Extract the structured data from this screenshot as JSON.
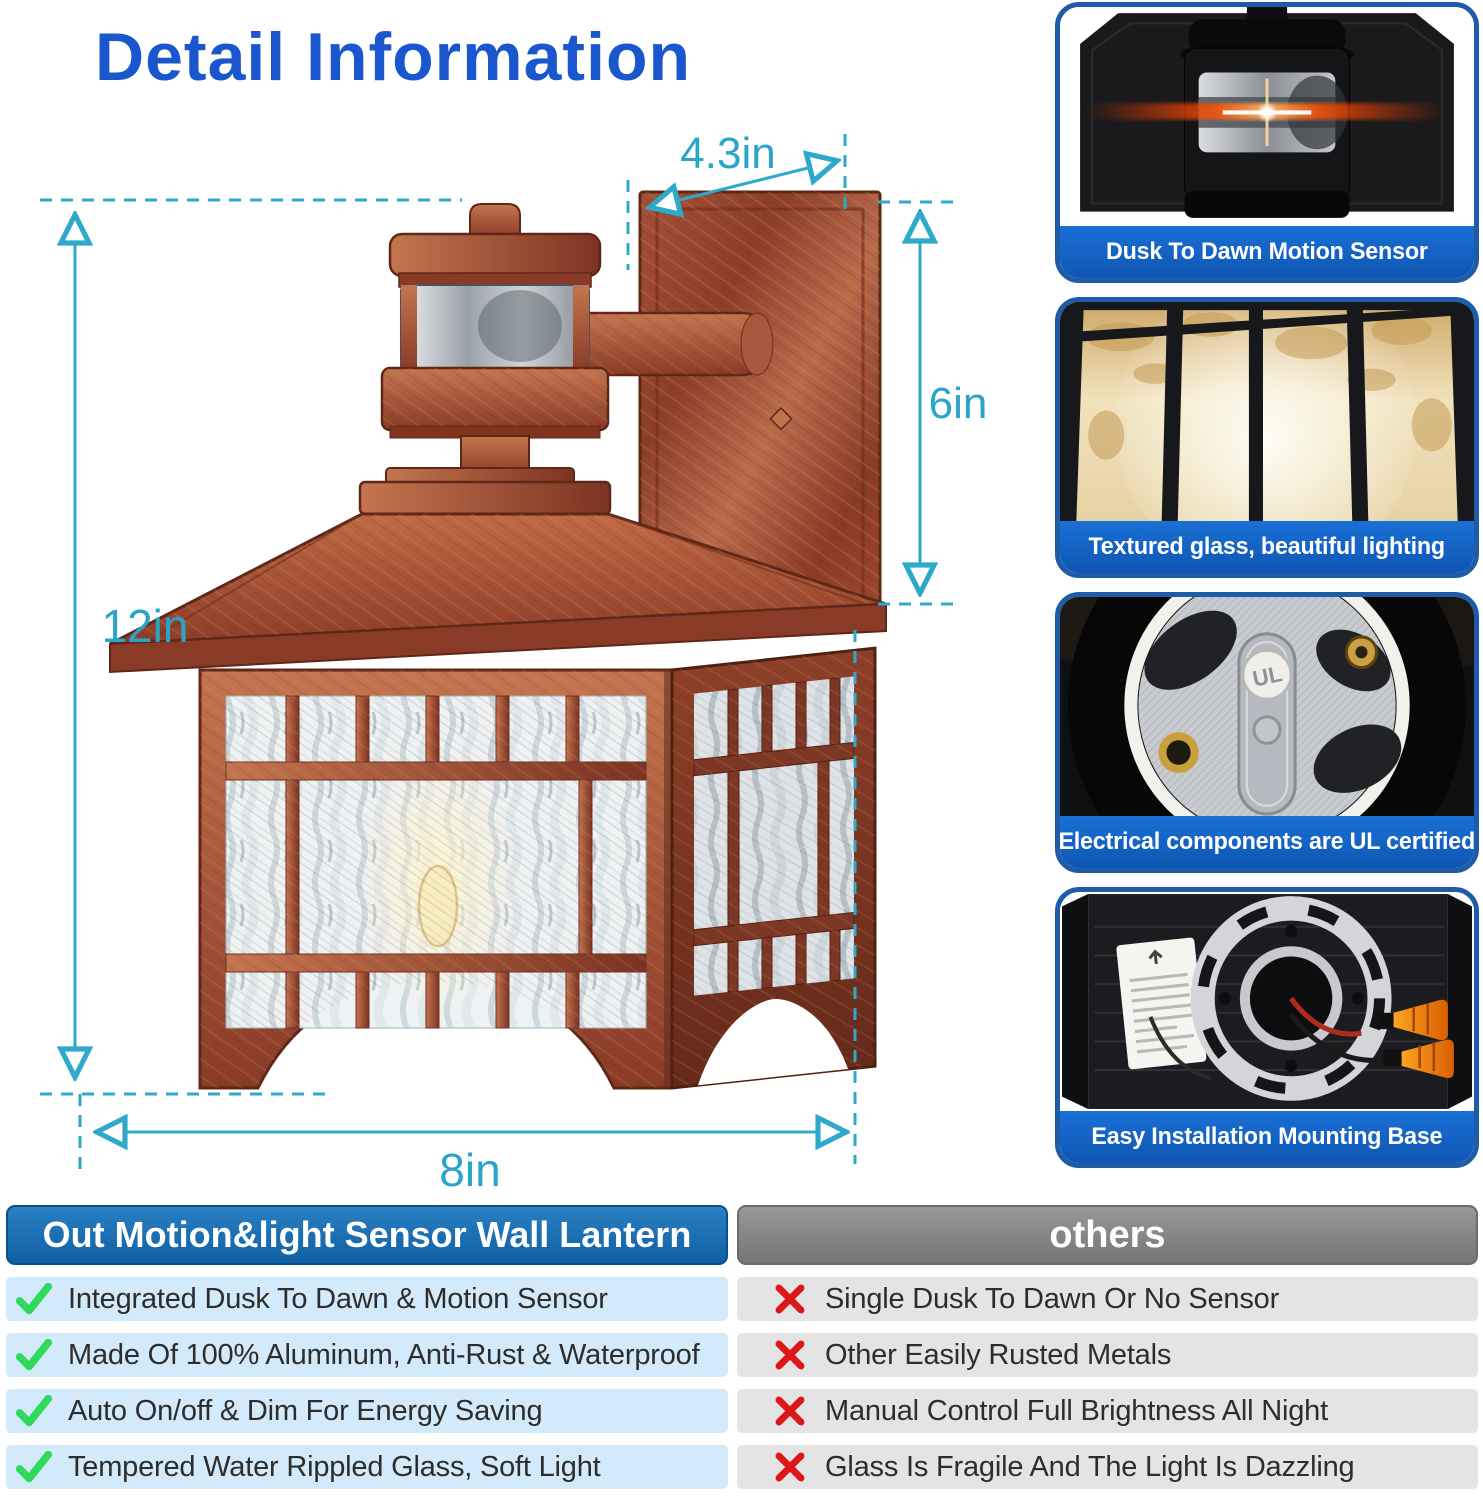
{
  "page": {
    "title": "Detail Information"
  },
  "diagram": {
    "dim_top_width": "4.3in",
    "dim_plate_height": "6in",
    "dim_total_height": "12in",
    "dim_base_width": "8in"
  },
  "feature_cards": [
    {
      "caption": "Dusk To Dawn Motion Sensor"
    },
    {
      "caption": "Textured glass, beautiful lighting"
    },
    {
      "caption": "Electrical components are UL certified"
    },
    {
      "caption": "Easy Installation Mounting Base"
    }
  ],
  "comparison": {
    "ours": {
      "header": "Out Motion&light Sensor Wall Lantern",
      "items": [
        "Integrated Dusk To Dawn & Motion Sensor",
        "Made Of 100% Aluminum, Anti-Rust & Waterproof",
        "Auto On/off & Dim For Energy Saving",
        "Tempered Water Rippled Glass, Soft Light"
      ]
    },
    "others": {
      "header": "others",
      "items": [
        "Single Dusk To Dawn Or No Sensor",
        "Other Easily Rusted Metals",
        "Manual Control Full Brightness All Night",
        "Glass Is Fragile And The Light Is Dazzling"
      ]
    }
  },
  "ul_mark": "UL",
  "colors": {
    "title_blue": "#1a56cd",
    "dimension_teal": "#2fa9c9",
    "copper": "#9c4a33",
    "card_border_blue": "#1e5ca8",
    "caption_band_blue": "#1467d2",
    "ours_header_blue": "#1568b0",
    "others_header_gray": "#8c8c8c",
    "check_green": "#2fd95a",
    "cross_red": "#dd1717",
    "ours_row_blue": "#d3eafa",
    "others_row_gray": "#e4e4e4"
  }
}
